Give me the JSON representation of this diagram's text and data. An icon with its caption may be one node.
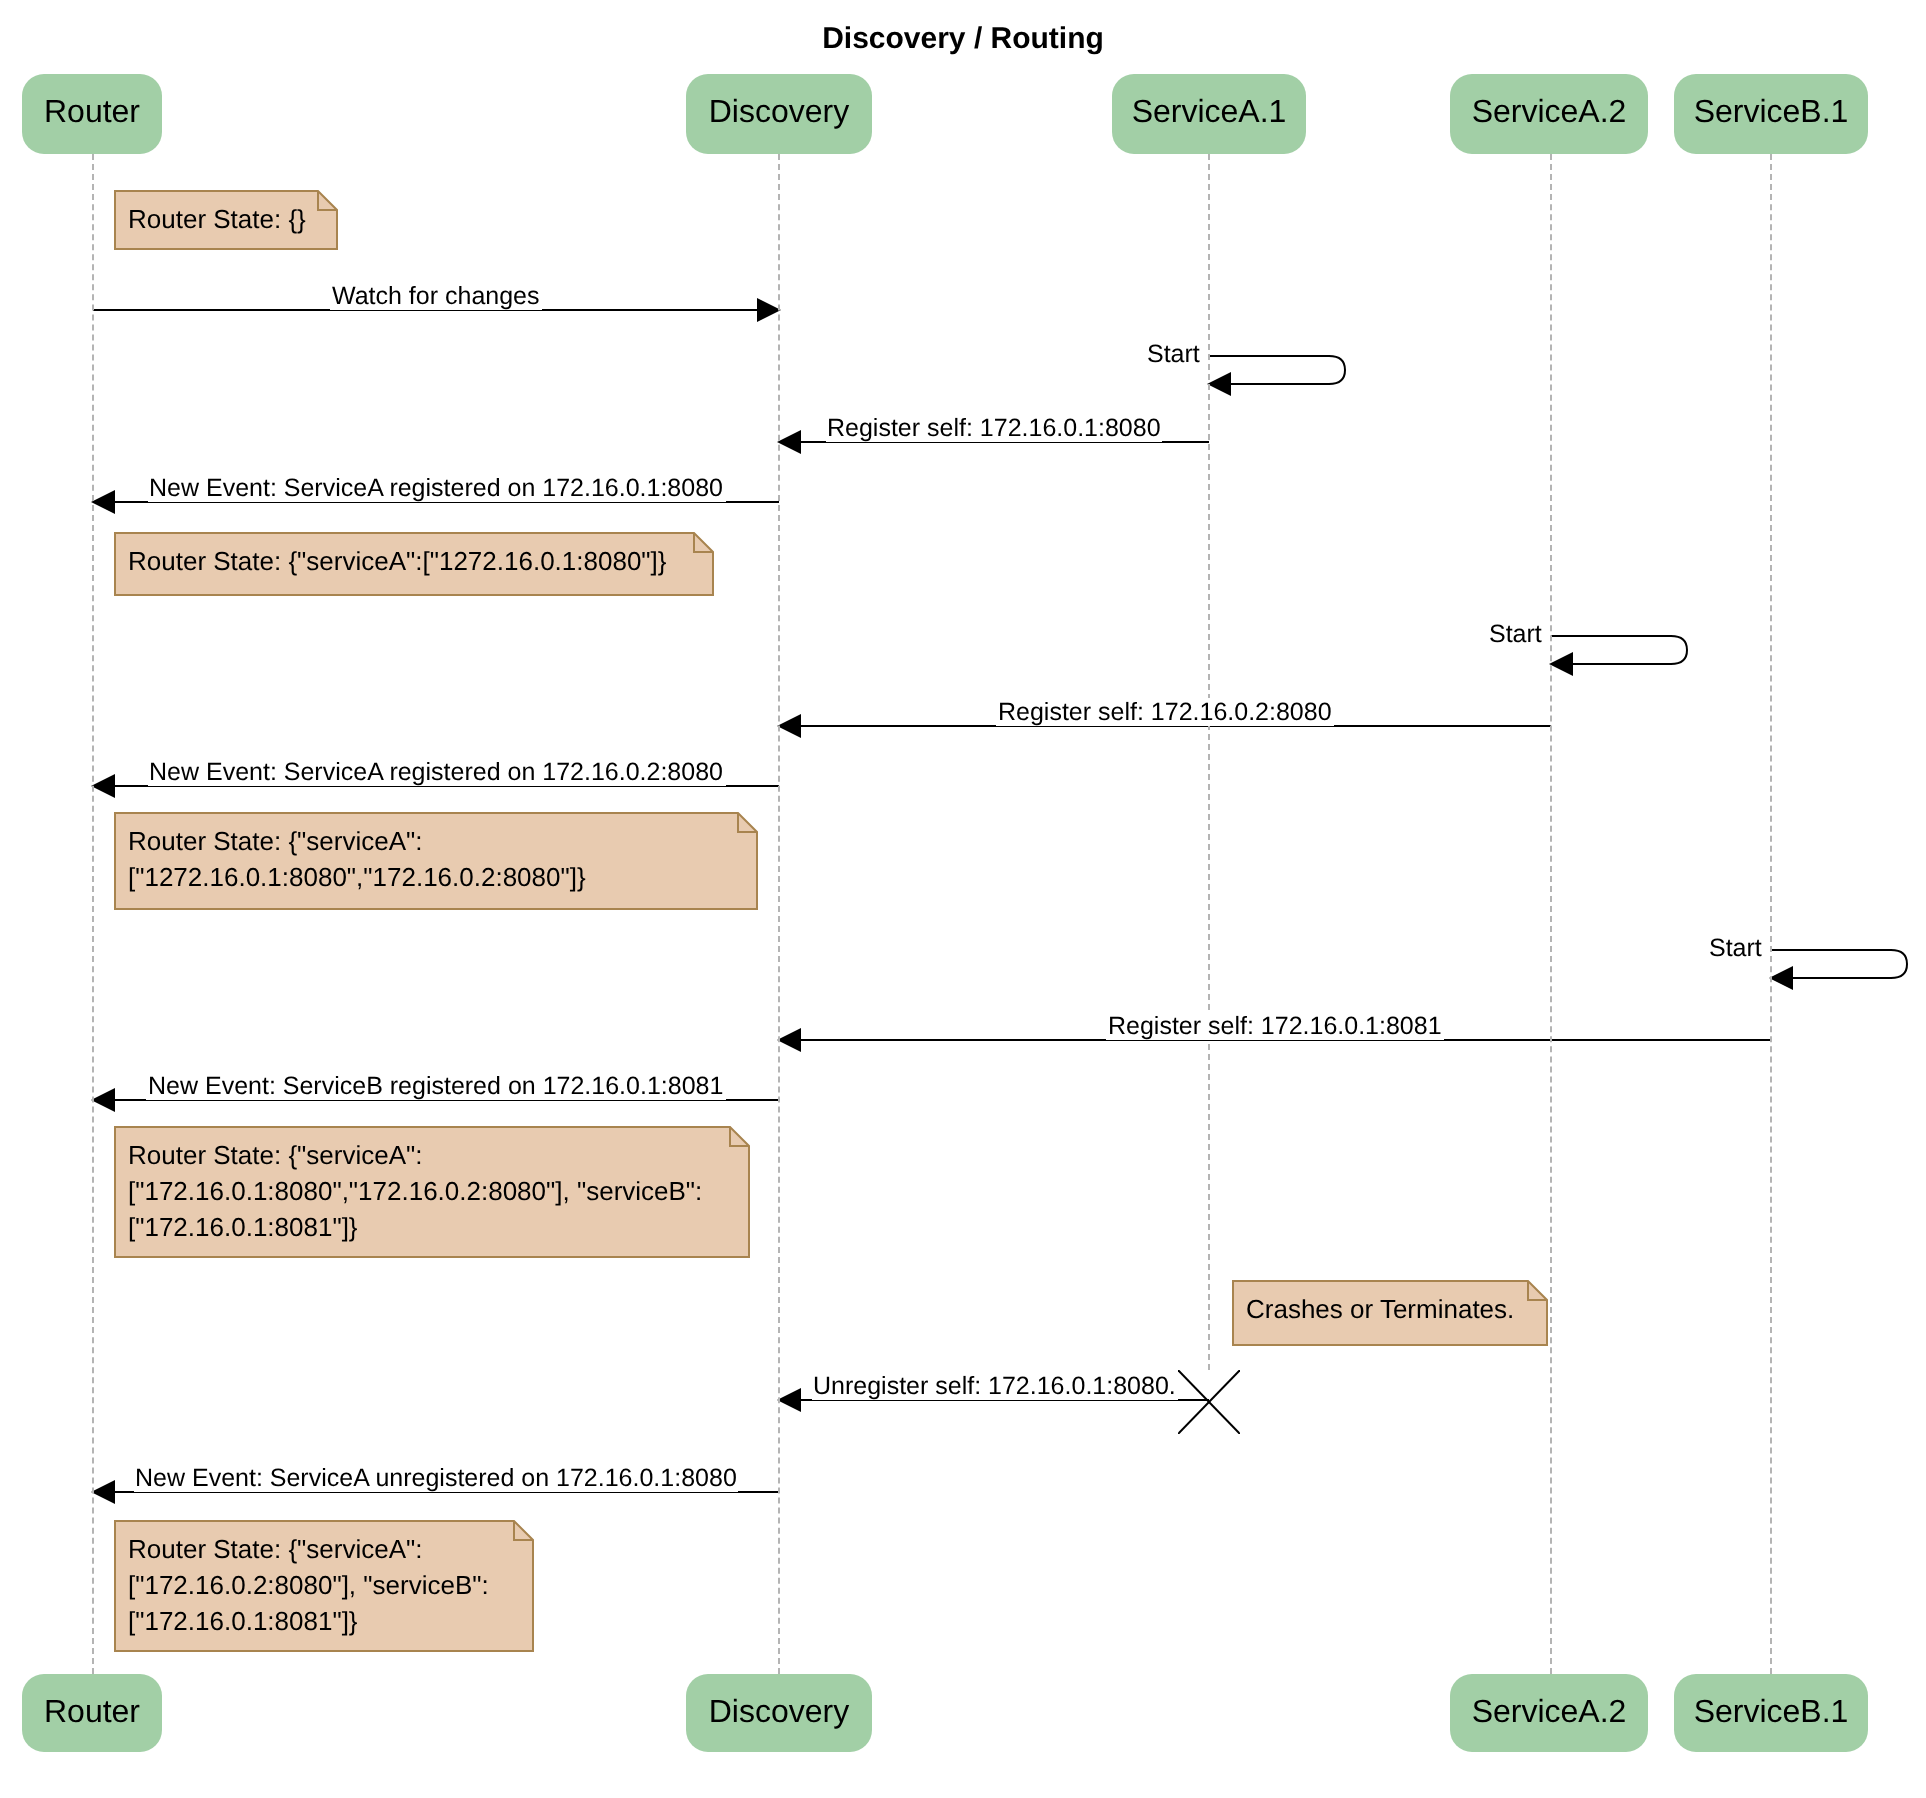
{
  "diagram": {
    "title": "Discovery / Routing",
    "nodes": [
      {
        "text": [
          "Router"
        ]
      },
      {
        "text": [
          "Discovery"
        ]
      },
      {
        "text": [
          "ServiceA.1"
        ]
      },
      {
        "text": [
          "ServiceA.2"
        ]
      },
      {
        "text": [
          "ServiceB.1"
        ]
      },
      {
        "text": [
          "Router"
        ]
      },
      {
        "text": [
          "Discovery"
        ]
      },
      {
        "text": [
          "ServiceA.2"
        ]
      },
      {
        "text": [
          "ServiceB.1"
        ]
      },
      {
        "text": [
          "Router State: {}"
        ]
      },
      {
        "text": [
          "Router State: {\"serviceA\":[\"1272.16.0.1:8080\"]}"
        ]
      },
      {
        "text": [
          "Router State: {\"serviceA\":[\"1272.16.0.1:8080\",\"172.16.0.2:8080\"]}"
        ]
      },
      {
        "text": [
          "Router State: {\"serviceA\": [\"172.16.0.1:8080\",\"172.16.0.2:8080\"], \"serviceB\":[\"172.16.0.1:8081\"]}"
        ]
      },
      {
        "text": [
          "Crashes or Terminates."
        ]
      },
      {
        "text": [
          "Router State: {\"serviceA\": [\"172.16.0.2:8080\"], \"serviceB\":[\"172.16.0.1:8081\"]}"
        ]
      },
      {
        "text": [],
        "shape": "cross"
      },
      {
        "text": [],
        "shape": "line"
      },
      {
        "text": [],
        "shape": "line"
      },
      {
        "text": [],
        "shape": "line"
      },
      {
        "text": [],
        "shape": "line"
      },
      {
        "text": [],
        "shape": "line"
      }
    ],
    "edges": [
      {
        "from": 16,
        "to": 17,
        "arrow": "to",
        "label": "Watch for changes"
      },
      {
        "from": 18,
        "to": 18,
        "arrow": "to",
        "label": "Start"
      },
      {
        "from": 18,
        "to": 17,
        "arrow": "to",
        "label": "Register self: 172.16.0.1:8080"
      },
      {
        "from": 17,
        "to": 16,
        "arrow": "to",
        "label": "New Event: ServiceA registered on 172.16.0.1:8080"
      },
      {
        "from": 19,
        "to": 19,
        "arrow": "to",
        "label": "Start"
      },
      {
        "from": 19,
        "to": 17,
        "arrow": "to",
        "label": "Register self: 172.16.0.2:8080"
      },
      {
        "from": 17,
        "to": 16,
        "arrow": "to",
        "label": "New Event: ServiceA registered on 172.16.0.2:8080"
      },
      {
        "from": 20,
        "to": 20,
        "arrow": "to",
        "label": "Start"
      },
      {
        "from": 20,
        "to": 17,
        "arrow": "to",
        "label": "Register self: 172.16.0.1:8081"
      },
      {
        "from": 17,
        "to": 16,
        "arrow": "to",
        "label": "New Event: ServiceB registered on 172.16.0.1:8081"
      },
      {
        "from": 15,
        "to": 17,
        "arrow": "to",
        "label": "Unregister self: 172.16.0.1:8080."
      },
      {
        "from": 17,
        "to": 16,
        "arrow": "to",
        "label": "New Event: ServiceA unregistered on 172.16.0.1:8080"
      }
    ]
  }
}
